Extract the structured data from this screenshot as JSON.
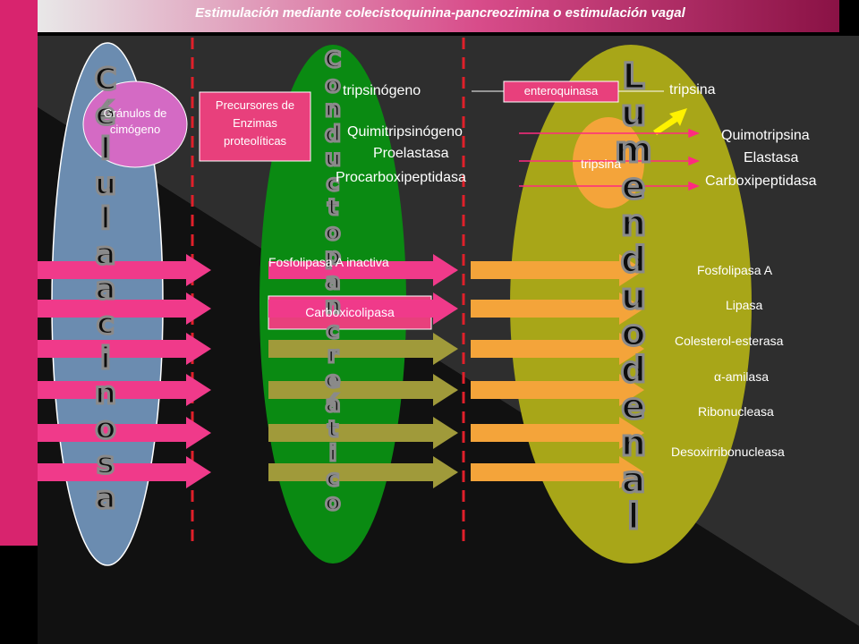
{
  "header": {
    "title": "Estimulación mediante colecistoquinina-pancreozimina o estimulación vagal"
  },
  "columns": {
    "acinar": {
      "vertical_title": [
        "C",
        "é",
        "l",
        "u",
        "l",
        "a",
        "a",
        "c",
        "i",
        "n",
        "o",
        "s",
        "a"
      ]
    },
    "ductal": {
      "vertical_title": [
        "C",
        "o",
        "n",
        "d",
        "u",
        "c",
        "t",
        "o",
        "p",
        "a",
        "n",
        "c",
        "r",
        "e",
        "á",
        "t",
        "i",
        "c",
        "o"
      ]
    },
    "duodenal": {
      "vertical_title": [
        "L",
        "u",
        "m",
        "e",
        "n",
        "d",
        "u",
        "o",
        "d",
        "e",
        "n",
        "a",
        "l"
      ]
    }
  },
  "labels": {
    "granulos": "Gránulos de cimógeno",
    "precursores": "Precursores de Enzimas proteolíticas",
    "tripsinogeno": "tripsinógeno",
    "quimitripsinogeno": "Quimitripsinógeno",
    "proelastasa": "Proelastasa",
    "procarboxipeptidasa": "Procarboxipeptidasa",
    "enteroquinasa": "enteroquinasa",
    "tripsina_top": "tripsina",
    "tripsina_circle": "tripsina",
    "quimotripsina": "Quimotripsina",
    "elastasa": "Elastasa",
    "carboxipeptidasa": "Carboxipeptidasa",
    "fosfolipasa_inactiva": "Fosfolipasa A inactiva",
    "colipasa": "Carboxicolipasa",
    "fosfolipasa_a": "Fosfolipasa A",
    "lipasa": "Lipasa",
    "colesterol": "Colesterol-esterasa",
    "amilasa": "α-amilasa",
    "ribonucleasa": "Ribonucleasa",
    "desoxirribonucleasa": "Desoxirribonucleasa"
  },
  "colors": {
    "pink_bar": "#d8246e",
    "acinar_ellipse": "#6b8cb0",
    "ductal_ellipse": "#0a8a12",
    "duodenal_ellipse": "#a8a618",
    "dashed_line": "#e0202a",
    "arrow_pink": "#f03a8a",
    "arrow_orange": "#f4a43a",
    "arrow_olive": "#a09a3a"
  }
}
